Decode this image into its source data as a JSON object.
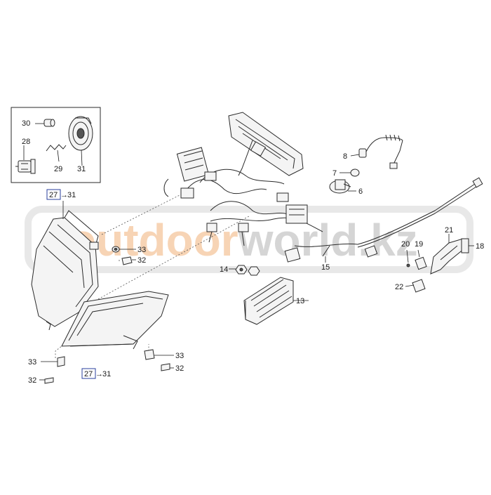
{
  "watermark": {
    "part_outdoor": "outdoor",
    "part_world": "world",
    "part_dot": ".",
    "part_kz": "kz",
    "colors": {
      "gray": "#b4b4b4",
      "orange": "#f2b27a",
      "frame": "#d6d6d6"
    }
  },
  "colors": {
    "line": "#2a2a2a",
    "ref_box": "#2a3f9e"
  },
  "callouts": {
    "n6": "6",
    "n7": "7",
    "n8": "8",
    "n13": "13",
    "n14": "14",
    "n15": "15",
    "n18": "18",
    "n19": "19",
    "n20": "20",
    "n21": "21",
    "n22": "22",
    "n28": "28",
    "n29": "29",
    "n30": "30",
    "n31": "31",
    "n32_left": "32",
    "n33_left": "33",
    "n32_bottom_left": "32",
    "n33_bottom_left": "33",
    "n32_bottom_right": "32",
    "n33_bottom_right": "33"
  },
  "references": {
    "upper": {
      "box": "27",
      "arrow": "→",
      "target": "31"
    },
    "lower": {
      "box": "27",
      "arrow": "→",
      "target": "31"
    }
  }
}
